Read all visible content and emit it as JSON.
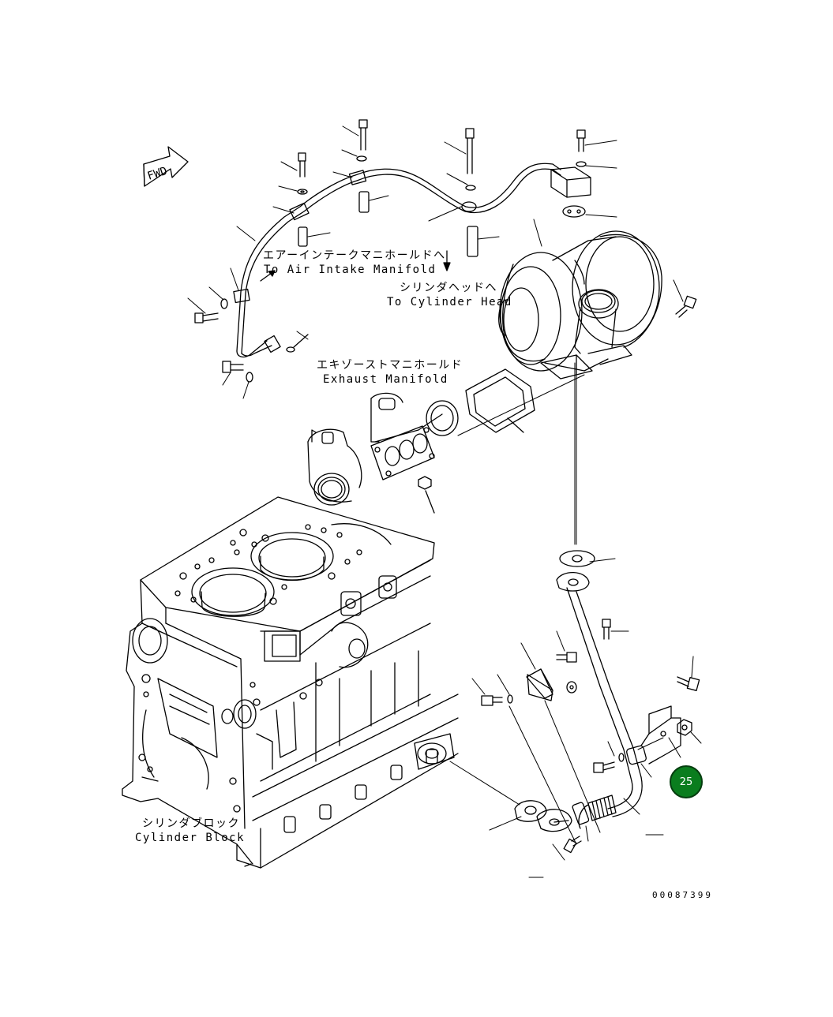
{
  "labels": {
    "intake_jp": "エアーインテークマニホールドへ",
    "intake_en": "To Air Intake Manifold",
    "head_jp": "シリンダヘッドへ",
    "head_en": "To Cylinder Head",
    "exhaust_jp": "エキゾーストマニホールド",
    "exhaust_en": "Exhaust Manifold",
    "block_jp": "シリンダブロック",
    "block_en": "Cylinder Block",
    "fwd": "FWD"
  },
  "callout": {
    "number": "25",
    "color": "#0a7d1e"
  },
  "drawing_number": "00087399"
}
